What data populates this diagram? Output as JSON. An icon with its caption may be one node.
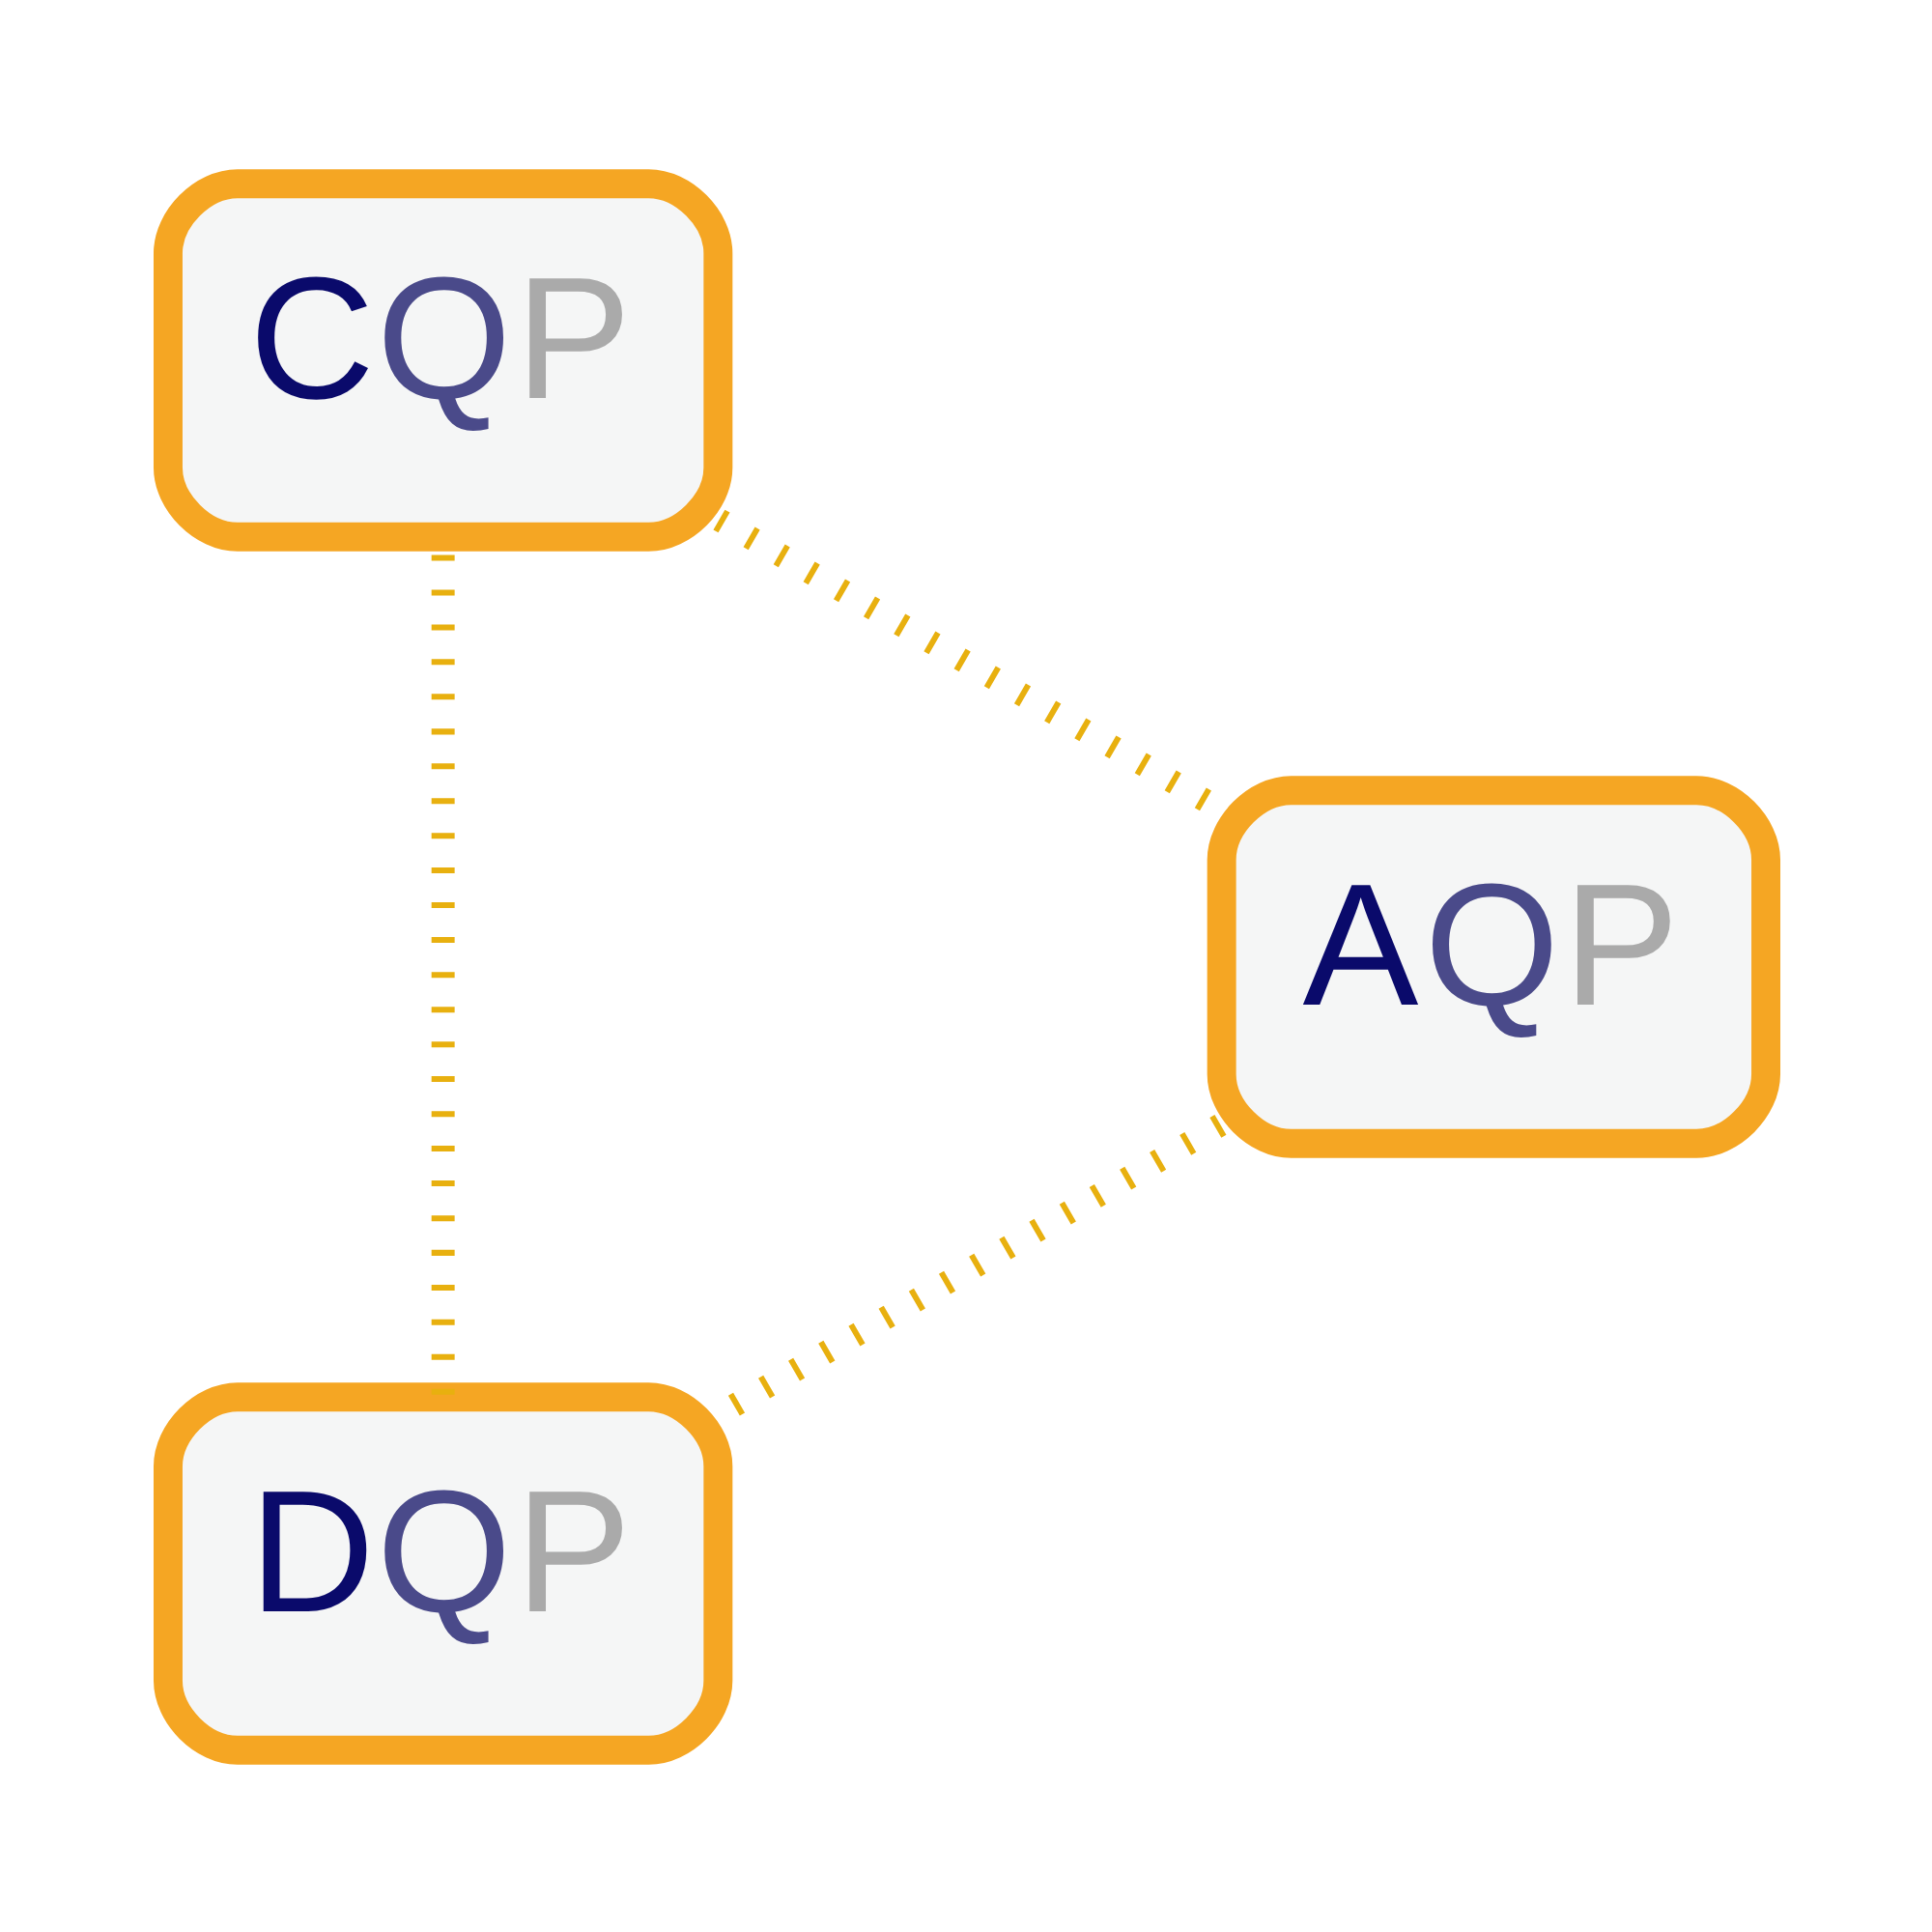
{
  "diagram": {
    "nodes": [
      {
        "text": [
          "DQP"
        ]
      },
      {
        "text": [
          "CQP"
        ]
      },
      {
        "text": [
          "AQP"
        ]
      }
    ],
    "edges": [
      {
        "from": 0,
        "to": 1,
        "arrow": "none",
        "style": "dashed"
      },
      {
        "from": 1,
        "to": 2,
        "arrow": "none",
        "style": "dashed"
      },
      {
        "from": 2,
        "to": 0,
        "arrow": "none",
        "style": "dashed"
      }
    ]
  }
}
